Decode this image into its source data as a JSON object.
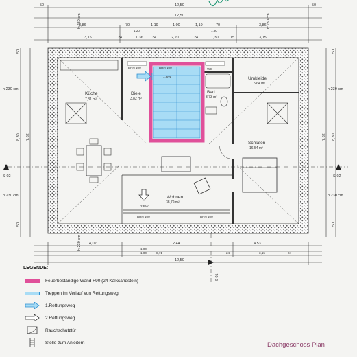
{
  "dims": {
    "overall_top": "12,50",
    "overall_top2": "12,50",
    "overall_bottom": "12,50",
    "eave_left": "50",
    "eave_right": "50",
    "seg_top": [
      "3,86",
      "70",
      "1,19",
      "1,00",
      "1,19",
      "70",
      "3,86"
    ],
    "seg_top_sub": [
      "1,20",
      "1,30"
    ],
    "seg_top3": [
      "3,15",
      "24",
      "1,36",
      "24",
      "2,20",
      "24",
      "1,30",
      "15",
      "3,15"
    ],
    "bottom_seg": [
      "4,02",
      "2,44",
      "4,53"
    ],
    "bottom_sub": [
      "1,00",
      "1,00",
      "8,71"
    ],
    "bottom_seg3": [
      "24",
      "3,15",
      "24"
    ],
    "left_vert": [
      "50",
      "8,30",
      "7,82",
      "50"
    ],
    "right_vert": [
      "50",
      "8,30",
      "7,82",
      "50"
    ],
    "heights": [
      "h:230 cm",
      "h:230 cm",
      "h:230 cm",
      "h:230 cm",
      "h:230 cm",
      "h:230 cm",
      "h:230 cm"
    ],
    "section_left": "S-02",
    "section_right": "S-02",
    "section_bottom": "S-01"
  },
  "rooms": {
    "kueche": {
      "name": "Küche",
      "area": "7,81 m²"
    },
    "diele": {
      "name": "Diele",
      "area": "3,82 m²"
    },
    "bad": {
      "name": "Bad",
      "area": "3,73 m²"
    },
    "umkleide": {
      "name": "Umkleide",
      "area": "5,64 m²"
    },
    "schlafen": {
      "name": "Schlafen",
      "area": "16,54 m²"
    },
    "wohnen": {
      "name": "Wohnen",
      "area": "38,79 m²"
    }
  },
  "labels": {
    "brh_top1": "BRH 100",
    "brh_top2": "BRH 100",
    "brh_bot1": "BRH 100",
    "brh_bot2": "BRH 100",
    "rw_bottom": "2.RW",
    "rw_top": "1.RW",
    "wc": "WC"
  },
  "legend": {
    "title": "LEGENDE:",
    "fire_wall": "Feuerbeständige Wand F90 (24 Kalksandstein)",
    "stairs": "Treppen im Verlauf von Rettungsweg",
    "escape1": "1.Rettungsweg",
    "escape2": "2.Rettungsweg",
    "smoke_door": "Rauchschutztür",
    "ladder": "Stelle zum Anleitern"
  },
  "title": "Dachgeschoss Plan",
  "colors": {
    "fire_wall": "#e0509a",
    "stair_fill": "#a8dcf5",
    "escape_arrow": "#2e8fd0",
    "title": "#8a3a66",
    "signature": "#2a9a7a"
  }
}
